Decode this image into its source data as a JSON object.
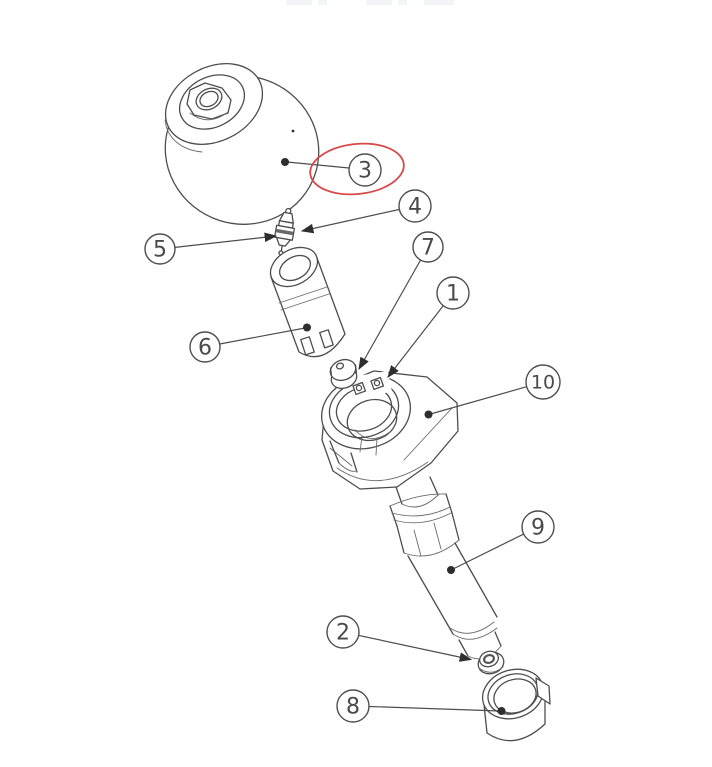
{
  "diagram": {
    "kind": "exploded-parts-drawing",
    "background_color": "#ffffff",
    "line_color": "#4d4d4d",
    "highlight": {
      "shape": "ellipse",
      "color": "#d84848",
      "around_callout": "3"
    },
    "callouts": {
      "c1": {
        "label": "1"
      },
      "c2": {
        "label": "2"
      },
      "c3": {
        "label": "3"
      },
      "c4": {
        "label": "4"
      },
      "c5": {
        "label": "5"
      },
      "c6": {
        "label": "6"
      },
      "c7": {
        "label": "7"
      },
      "c8": {
        "label": "8"
      },
      "c9": {
        "label": "9"
      },
      "c10": {
        "label": "10"
      }
    }
  }
}
